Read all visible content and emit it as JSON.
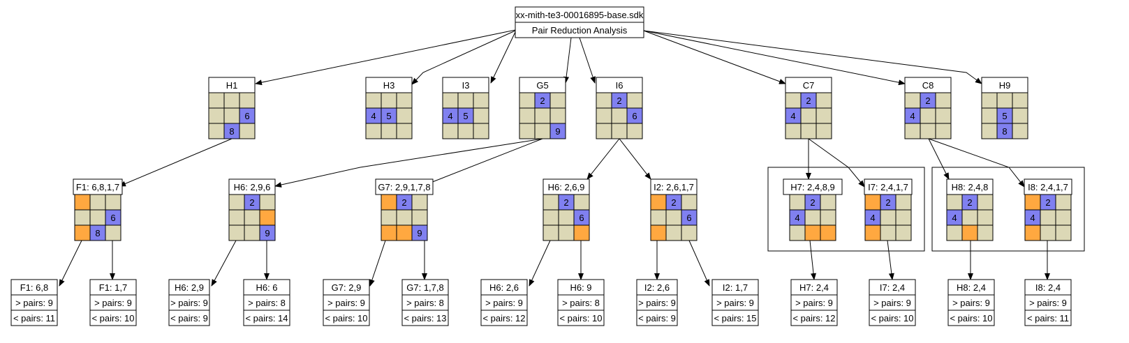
{
  "root": {
    "title": "xx-mith-te3-00016895-base.sdk",
    "subtitle": "Pair Reduction Analysis"
  },
  "colors": {
    "empty": "#dcd8b6",
    "given": "#8080f0",
    "highlight": "#ffa840",
    "line": "#000000"
  },
  "boxes": [
    {
      "id": "H1",
      "label": "H1",
      "cells": [
        "",
        "",
        "",
        "",
        "",
        "6",
        "",
        "8",
        ""
      ],
      "hl": []
    },
    {
      "id": "H3",
      "label": "H3",
      "cells": [
        "",
        "",
        "",
        "4",
        "5",
        "",
        "",
        "",
        ""
      ],
      "hl": []
    },
    {
      "id": "I3",
      "label": "I3",
      "cells": [
        "",
        "",
        "",
        "4",
        "5",
        "",
        "",
        "",
        ""
      ],
      "hl": []
    },
    {
      "id": "G5",
      "label": "G5",
      "cells": [
        "",
        "2",
        "",
        "",
        "",
        "",
        "",
        "",
        "9"
      ],
      "hl": []
    },
    {
      "id": "I6",
      "label": "I6",
      "cells": [
        "",
        "2",
        "",
        "",
        "",
        "6",
        "",
        "",
        ""
      ],
      "hl": []
    },
    {
      "id": "C7",
      "label": "C7",
      "cells": [
        "",
        "2",
        "",
        "4",
        "",
        "",
        "",
        "",
        ""
      ],
      "hl": []
    },
    {
      "id": "C8",
      "label": "C8",
      "cells": [
        "",
        "2",
        "",
        "4",
        "",
        "",
        "",
        "",
        ""
      ],
      "hl": []
    },
    {
      "id": "H9",
      "label": "H9",
      "cells": [
        "",
        "",
        "",
        "",
        "5",
        "",
        "",
        "8",
        ""
      ],
      "hl": []
    },
    {
      "id": "F1",
      "label": "F1: 6,8,1,7",
      "cells": [
        "",
        "",
        "",
        "",
        "",
        "6",
        "",
        "8",
        ""
      ],
      "hl": [
        0,
        6
      ]
    },
    {
      "id": "H6a",
      "label": "H6: 2,9,6",
      "cells": [
        "",
        "2",
        "",
        "",
        "",
        "",
        "",
        "",
        "9"
      ],
      "hl": [
        5
      ]
    },
    {
      "id": "G7",
      "label": "G7: 2,9,1,7,8",
      "cells": [
        "",
        "2",
        "",
        "",
        "",
        "",
        "",
        "",
        "9"
      ],
      "hl": [
        0,
        6,
        7
      ]
    },
    {
      "id": "H6b",
      "label": "H6: 2,6,9",
      "cells": [
        "",
        "2",
        "",
        "",
        "",
        "6",
        "",
        "",
        ""
      ],
      "hl": [
        8
      ]
    },
    {
      "id": "I2",
      "label": "I2: 2,6,1,7",
      "cells": [
        "",
        "2",
        "",
        "",
        "",
        "6",
        "",
        "",
        ""
      ],
      "hl": [
        0,
        6
      ]
    },
    {
      "id": "H7",
      "label": "H7: 2,4,8,9",
      "cells": [
        "",
        "2",
        "",
        "4",
        "",
        "",
        "",
        "",
        ""
      ],
      "hl": [
        7,
        8
      ]
    },
    {
      "id": "I7",
      "label": "I7: 2,4,1,7",
      "cells": [
        "",
        "2",
        "",
        "4",
        "",
        "",
        "",
        "",
        ""
      ],
      "hl": [
        0,
        6
      ]
    },
    {
      "id": "H8",
      "label": "H8: 2,4,8",
      "cells": [
        "",
        "2",
        "",
        "4",
        "",
        "",
        "",
        "",
        ""
      ],
      "hl": [
        7
      ]
    },
    {
      "id": "I8",
      "label": "I8: 2,4,1,7",
      "cells": [
        "",
        "2",
        "",
        "4",
        "",
        "",
        "",
        "",
        ""
      ],
      "hl": [
        0,
        6
      ]
    }
  ],
  "leaves": [
    {
      "id": "l1",
      "label": "F1: 6,8",
      "gt": "> pairs: 9",
      "lt": "< pairs: 11"
    },
    {
      "id": "l2",
      "label": "F1: 1,7",
      "gt": "> pairs: 9",
      "lt": "< pairs: 10"
    },
    {
      "id": "l3",
      "label": "H6: 2,9",
      "gt": "> pairs: 9",
      "lt": "< pairs: 9"
    },
    {
      "id": "l4",
      "label": "H6: 6",
      "gt": "> pairs: 8",
      "lt": "< pairs: 14"
    },
    {
      "id": "l5",
      "label": "G7: 2,9",
      "gt": "> pairs: 9",
      "lt": "< pairs: 10"
    },
    {
      "id": "l6",
      "label": "G7: 1,7,8",
      "gt": "> pairs: 8",
      "lt": "< pairs: 13"
    },
    {
      "id": "l7",
      "label": "H6: 2,6",
      "gt": "> pairs: 9",
      "lt": "< pairs: 12"
    },
    {
      "id": "l8",
      "label": "H6: 9",
      "gt": "> pairs: 8",
      "lt": "< pairs: 10"
    },
    {
      "id": "l9",
      "label": "I2: 2,6",
      "gt": "> pairs: 9",
      "lt": "< pairs: 9"
    },
    {
      "id": "l10",
      "label": "I2: 1,7",
      "gt": "> pairs: 9",
      "lt": "< pairs: 15"
    },
    {
      "id": "l11",
      "label": "H7: 2,4",
      "gt": "> pairs: 9",
      "lt": "< pairs: 12"
    },
    {
      "id": "l12",
      "label": "I7: 2,4",
      "gt": "> pairs: 9",
      "lt": "< pairs: 10"
    },
    {
      "id": "l13",
      "label": "H8: 2,4",
      "gt": "> pairs: 9",
      "lt": "< pairs: 10"
    },
    {
      "id": "l14",
      "label": "I8: 2,4",
      "gt": "> pairs: 9",
      "lt": "< pairs: 11"
    }
  ]
}
